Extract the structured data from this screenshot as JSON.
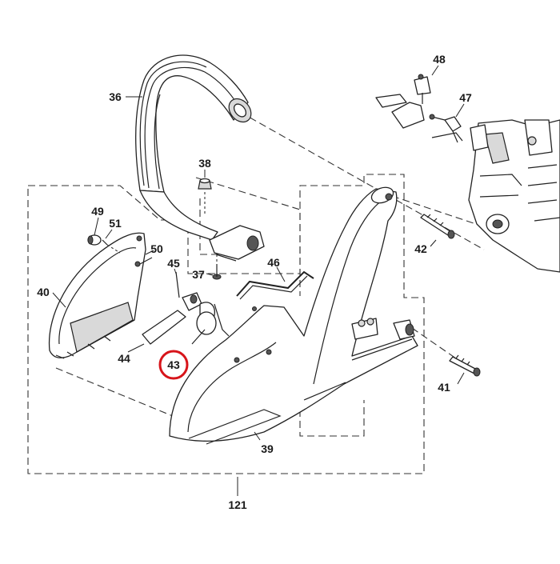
{
  "diagram": {
    "labels": {
      "p36": "36",
      "p37": "37",
      "p38": "38",
      "p39": "39",
      "p40": "40",
      "p41": "41",
      "p42": "42",
      "p43": "43",
      "p44": "44",
      "p45": "45",
      "p46": "46",
      "p47": "47",
      "p48": "48",
      "p49": "49",
      "p50": "50",
      "p51": "51",
      "p121": "121"
    },
    "highlighted_part": "43",
    "highlight_color": "#d7141a",
    "line_color": "#222222"
  }
}
